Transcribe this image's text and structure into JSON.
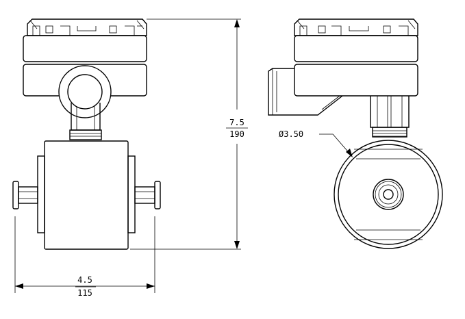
{
  "dimensions": {
    "height": {
      "inches": "7.5",
      "mm": "190"
    },
    "width": {
      "inches": "4.5",
      "mm": "115"
    },
    "pipe_diameter": {
      "label": "Ø3.50"
    }
  }
}
